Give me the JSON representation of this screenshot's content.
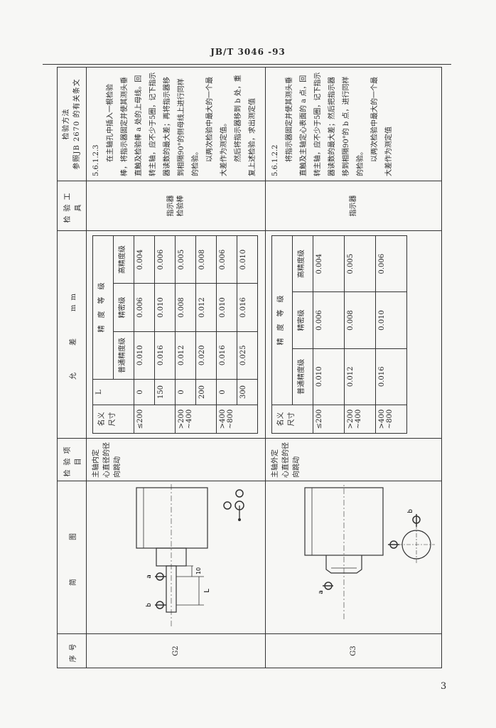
{
  "header": {
    "doc_code": "JB/T 3046 -93"
  },
  "page_number": "3",
  "table": {
    "col_headers": {
      "seq": "序号",
      "diagram": "简　　　图",
      "item": "检验项目",
      "tolerance": "允　　差　　mm",
      "tool": "检验工具",
      "method": "检验方法\n参照JB 2670 的有关条文"
    },
    "rows": [
      {
        "seq": "G2",
        "item": "主轴内定\n心直径的径\n向跳动",
        "tolerance": {
          "h_size": "名义\n尺寸",
          "h_L": "L",
          "h_grade": "精　度　等　级",
          "h_g1": "普通精度级",
          "h_g2": "精密级",
          "h_g3": "高精度级",
          "rows": [
            {
              "size": "≤200",
              "L": "0",
              "v": [
                "0.010",
                "0.006",
                "0.004"
              ]
            },
            {
              "size": "",
              "L": "150",
              "v": [
                "0.016",
                "0.010",
                "0.006"
              ]
            },
            {
              "size": ">200\n~400",
              "L": "0",
              "v": [
                "0.012",
                "0.008",
                "0.005"
              ]
            },
            {
              "size": "",
              "L": "200",
              "v": [
                "0.020",
                "0.012",
                "0.008"
              ]
            },
            {
              "size": ">400\n~800",
              "L": "0",
              "v": [
                "0.016",
                "0.010",
                "0.006"
              ]
            },
            {
              "size": "",
              "L": "300",
              "v": [
                "0.025",
                "0.016",
                "0.010"
              ]
            }
          ]
        },
        "tool": "指示器\n检验棒",
        "method": [
          "5.6.1.2.3",
          "在主轴孔中插入一根检验棒，将指示器固定并使其测头垂直触及检验棒 a 处的上母线。回转主轴，应不少于5圈，记下指示器读数的最大差；再将指示器移到相隔90°的侧母线上进行同样的检验。",
          "以两次检验中最大的一个最大差作为测定值。",
          "然后将指示器移到 b 处，重复上述检验，求出测定值"
        ],
        "diagram_labels": {
          "a": "a",
          "b": "b",
          "L": "L",
          "num": "10"
        }
      },
      {
        "seq": "G3",
        "item": "主轴外定\n心直径的径\n向跳动",
        "tolerance": {
          "h_size": "名义\n尺寸",
          "h_grade": "精　度　等　级",
          "h_g1": "普通精度级",
          "h_g2": "精密级",
          "h_g3": "高精度级",
          "rows": [
            {
              "size": "≤200",
              "v": [
                "0.010",
                "0.006",
                "0.004"
              ]
            },
            {
              "size": ">200\n~400",
              "v": [
                "0.012",
                "0.008",
                "0.005"
              ]
            },
            {
              "size": ">400\n~800",
              "v": [
                "0.016",
                "0.010",
                "0.006"
              ]
            }
          ]
        },
        "tool": "指示器",
        "method": [
          "5.6.1.2.2",
          "将指示器固定并使其测头垂直触及主轴定心表面的 a 点，回转主轴，应不少于5圈，记下指示器读数的最大差；然后把指示器移到相隔90°的 b 点，进行同样的检验。",
          "以两次检验中最大的一个最大差作为测定值"
        ],
        "diagram_labels": {
          "a": "a",
          "b": "b"
        }
      }
    ]
  }
}
